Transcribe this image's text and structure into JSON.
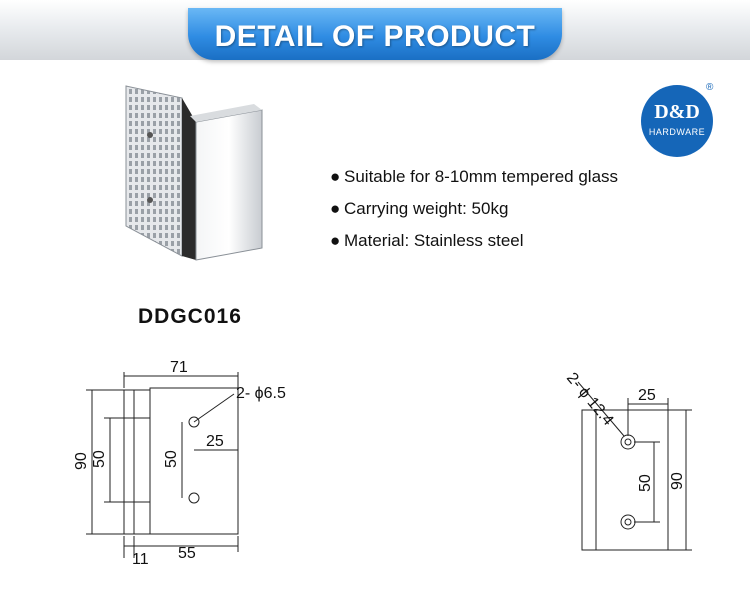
{
  "header": {
    "title": "DETAIL OF PRODUCT"
  },
  "logo": {
    "main": "D&D",
    "sub": "HARDWARE",
    "mark": "®"
  },
  "specs": [
    {
      "bullet": "●",
      "text": "Suitable for 8-10mm tempered glass"
    },
    {
      "bullet": "●",
      "text": "Carrying weight: 50kg"
    },
    {
      "bullet": "●",
      "text": "Material: Stainless steel"
    }
  ],
  "model": "DDGC016",
  "drawing_left": {
    "width_top": "71",
    "hole_label": "2- ϕ6.5",
    "height_outer": "90",
    "height_inner": "50",
    "hole_spacing": "50",
    "hole_offset": "25",
    "bottom_small": "11",
    "bottom_width": "55"
  },
  "drawing_right": {
    "hole_label": "2- ϕ 12.4",
    "hole_offset": "25",
    "hole_spacing": "50",
    "height_outer": "90"
  },
  "colors": {
    "banner": "#2f8ce3",
    "logo": "#1566b8",
    "steel": "#c9cdd2"
  }
}
